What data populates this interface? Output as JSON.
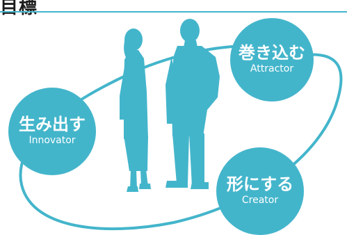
{
  "header": {
    "title": "目標"
  },
  "roles": [
    {
      "jp": "巻き込む",
      "en": "Attractor"
    },
    {
      "jp": "生み出す",
      "en": "Innovator"
    },
    {
      "jp": "形にする",
      "en": "Creator"
    }
  ],
  "colors": {
    "accent": "#43b5cb",
    "text": "#1c1c1c",
    "label_text": "#ffffff"
  }
}
